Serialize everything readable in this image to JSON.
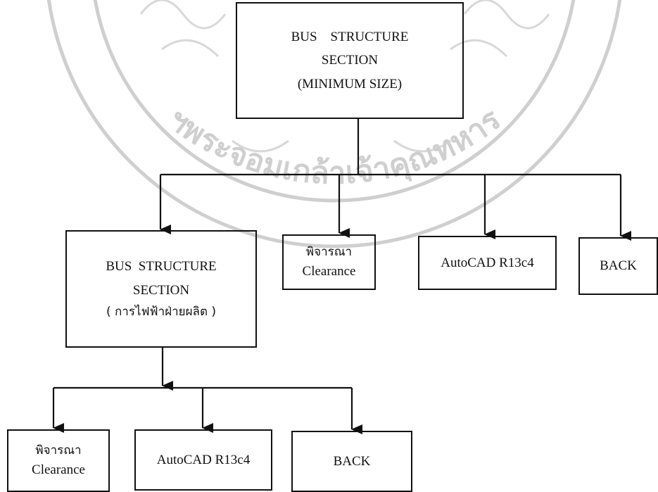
{
  "watermark": {
    "arc_text": "ฯพระจอมเกล้าเจ้าคุณทหาร",
    "color": "#cfcfcf"
  },
  "root": {
    "line1": "BUS    STRUCTURE",
    "line2": "SECTION",
    "line3": "(MINIMUM SIZE)"
  },
  "level1": {
    "section": {
      "line1": "BUS  STRUCTURE",
      "line2": "SECTION",
      "line3": "( การไฟฟ้าฝ่ายผลิต )"
    },
    "clearance": {
      "line1": "พิจารณา",
      "line2": "Clearance"
    },
    "autocad": {
      "label": "AutoCAD R13c4"
    },
    "back": {
      "label": "BACK"
    }
  },
  "level2": {
    "clearance": {
      "line1": "พิจารณา",
      "line2": "Clearance"
    },
    "autocad": {
      "label": "AutoCAD R13c4"
    },
    "back": {
      "label": "BACK"
    }
  }
}
